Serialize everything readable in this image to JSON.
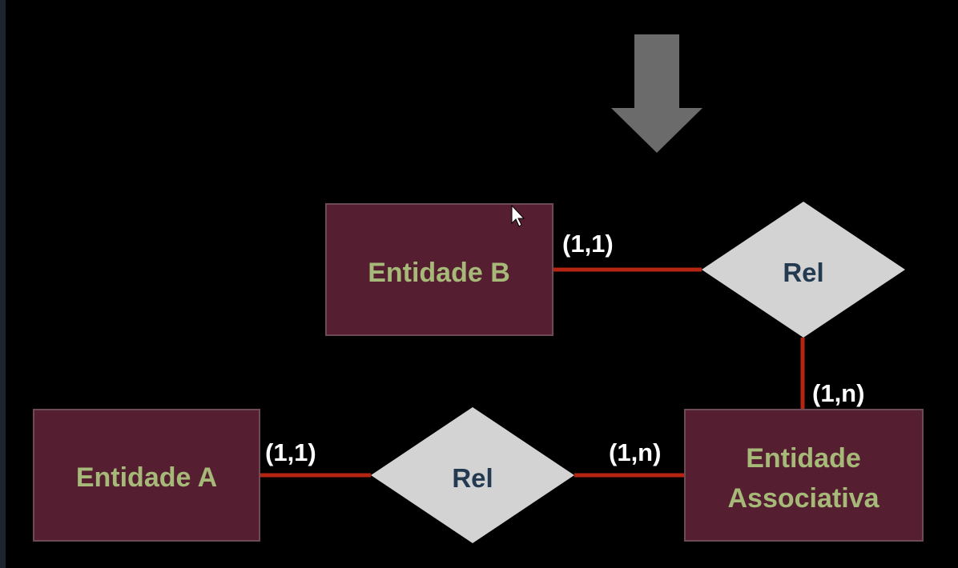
{
  "diagram": {
    "entities": {
      "entity_b": "Entidade B",
      "entity_a": "Entidade A",
      "assoc_line1": "Entidade",
      "assoc_line2": "Associativa"
    },
    "relationships": {
      "rel_top": "Rel",
      "rel_bottom": "Rel"
    },
    "cardinalities": {
      "b_rel": "(1,1)",
      "rel_assoc_vertical": "(1,n)",
      "a_rel": "(1,1)",
      "rel_assoc_horizontal": "(1,n)"
    }
  },
  "colors": {
    "background": "#000000",
    "entity_fill": "#561f31",
    "entity_text": "#a6b978",
    "relationship_fill": "#d3d3d3",
    "relationship_text": "#233a50",
    "connector": "#b52512",
    "cardinality_text": "#ffffff",
    "arrow": "#6b6b6b"
  }
}
